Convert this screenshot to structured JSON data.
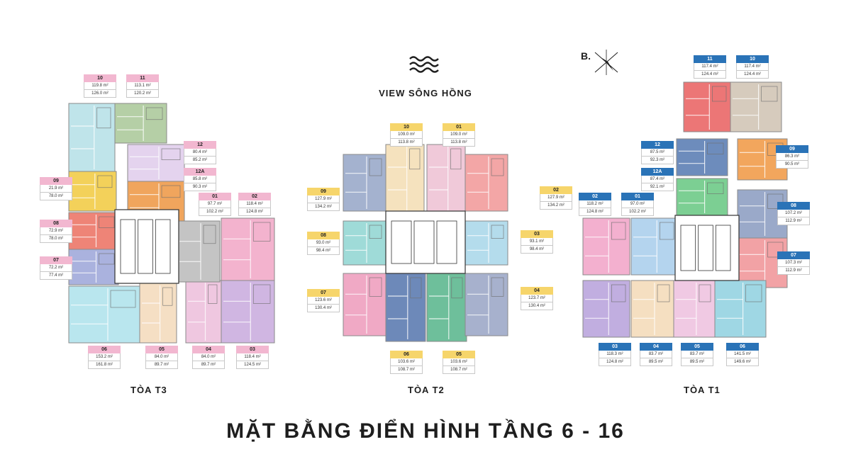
{
  "page_title": "MẶT BẰNG ĐIỂN HÌNH TẦNG 6 - 16",
  "view_label": "VIEW SÔNG HỒNG",
  "compass_label": "B.",
  "colors": {
    "t3_tag": "#f2b7d0",
    "t2_tag": "#f6d56b",
    "t1_tag": "#2a73b7"
  },
  "towers": [
    {
      "label": "TÒA T3",
      "tag_style": "pink",
      "units": [
        {
          "code": "10",
          "area1": "119.8 m²",
          "area2": "126.0 m²"
        },
        {
          "code": "11",
          "area1": "113.1 m²",
          "area2": "120.2 m²"
        },
        {
          "code": "12",
          "area1": "80.4 m²",
          "area2": "85.2 m²"
        },
        {
          "code": "12A",
          "area1": "85.8 m²",
          "area2": "90.3 m²"
        },
        {
          "code": "09",
          "area1": "21.9 m²",
          "area2": "78.0 m²"
        },
        {
          "code": "01",
          "area1": "97.7 m²",
          "area2": "102.2 m²"
        },
        {
          "code": "02",
          "area1": "118.4 m²",
          "area2": "124.8 m²"
        },
        {
          "code": "08",
          "area1": "72.9 m²",
          "area2": "78.0 m²"
        },
        {
          "code": "07",
          "area1": "72.2 m²",
          "area2": "77.4 m²"
        },
        {
          "code": "06",
          "area1": "153.2 m²",
          "area2": "161.8 m²"
        },
        {
          "code": "05",
          "area1": "84.0 m²",
          "area2": "89.7 m²"
        },
        {
          "code": "04",
          "area1": "84.0 m²",
          "area2": "89.7 m²"
        },
        {
          "code": "03",
          "area1": "118.4 m²",
          "area2": "124.5 m²"
        }
      ]
    },
    {
      "label": "TÒA T2",
      "tag_style": "yellow",
      "units": [
        {
          "code": "10",
          "area1": "109.0 m²",
          "area2": "113.8 m²"
        },
        {
          "code": "01",
          "area1": "109.0 m²",
          "area2": "113.8 m²"
        },
        {
          "code": "09",
          "area1": "127.9 m²",
          "area2": "134.2 m²"
        },
        {
          "code": "02",
          "area1": "127.9 m²",
          "area2": "134.2 m²"
        },
        {
          "code": "08",
          "area1": "93.0 m²",
          "area2": "98.4 m²"
        },
        {
          "code": "03",
          "area1": "93.1 m²",
          "area2": "98.4 m²"
        },
        {
          "code": "07",
          "area1": "123.6 m²",
          "area2": "130.4 m²"
        },
        {
          "code": "04",
          "area1": "123.7 m²",
          "area2": "130.4 m²"
        },
        {
          "code": "06",
          "area1": "103.6 m²",
          "area2": "108.7 m²"
        },
        {
          "code": "05",
          "area1": "103.6 m²",
          "area2": "108.7 m²"
        }
      ]
    },
    {
      "label": "TÒA T1",
      "tag_style": "blue",
      "units": [
        {
          "code": "11",
          "area1": "117.4 m²",
          "area2": "124.4 m²"
        },
        {
          "code": "10",
          "area1": "117.4 m²",
          "area2": "124.4 m²"
        },
        {
          "code": "12",
          "area1": "87.5 m²",
          "area2": "92.3 m²"
        },
        {
          "code": "12A",
          "area1": "87.4 m²",
          "area2": "92.1 m²"
        },
        {
          "code": "09",
          "area1": "86.3 m²",
          "area2": "90.5 m²"
        },
        {
          "code": "02",
          "area1": "118.2 m²",
          "area2": "124.8 m²"
        },
        {
          "code": "01",
          "area1": "97.0 m²",
          "area2": "102.2 m²"
        },
        {
          "code": "08",
          "area1": "107.2 m²",
          "area2": "112.9 m²"
        },
        {
          "code": "07",
          "area1": "107.3 m²",
          "area2": "112.9 m²"
        },
        {
          "code": "03",
          "area1": "118.3 m²",
          "area2": "124.8 m²"
        },
        {
          "code": "04",
          "area1": "83.7 m²",
          "area2": "89.5 m²"
        },
        {
          "code": "05",
          "area1": "83.7 m²",
          "area2": "89.5 m²"
        },
        {
          "code": "06",
          "area1": "141.5 m²",
          "area2": "149.6 m²"
        }
      ]
    }
  ]
}
